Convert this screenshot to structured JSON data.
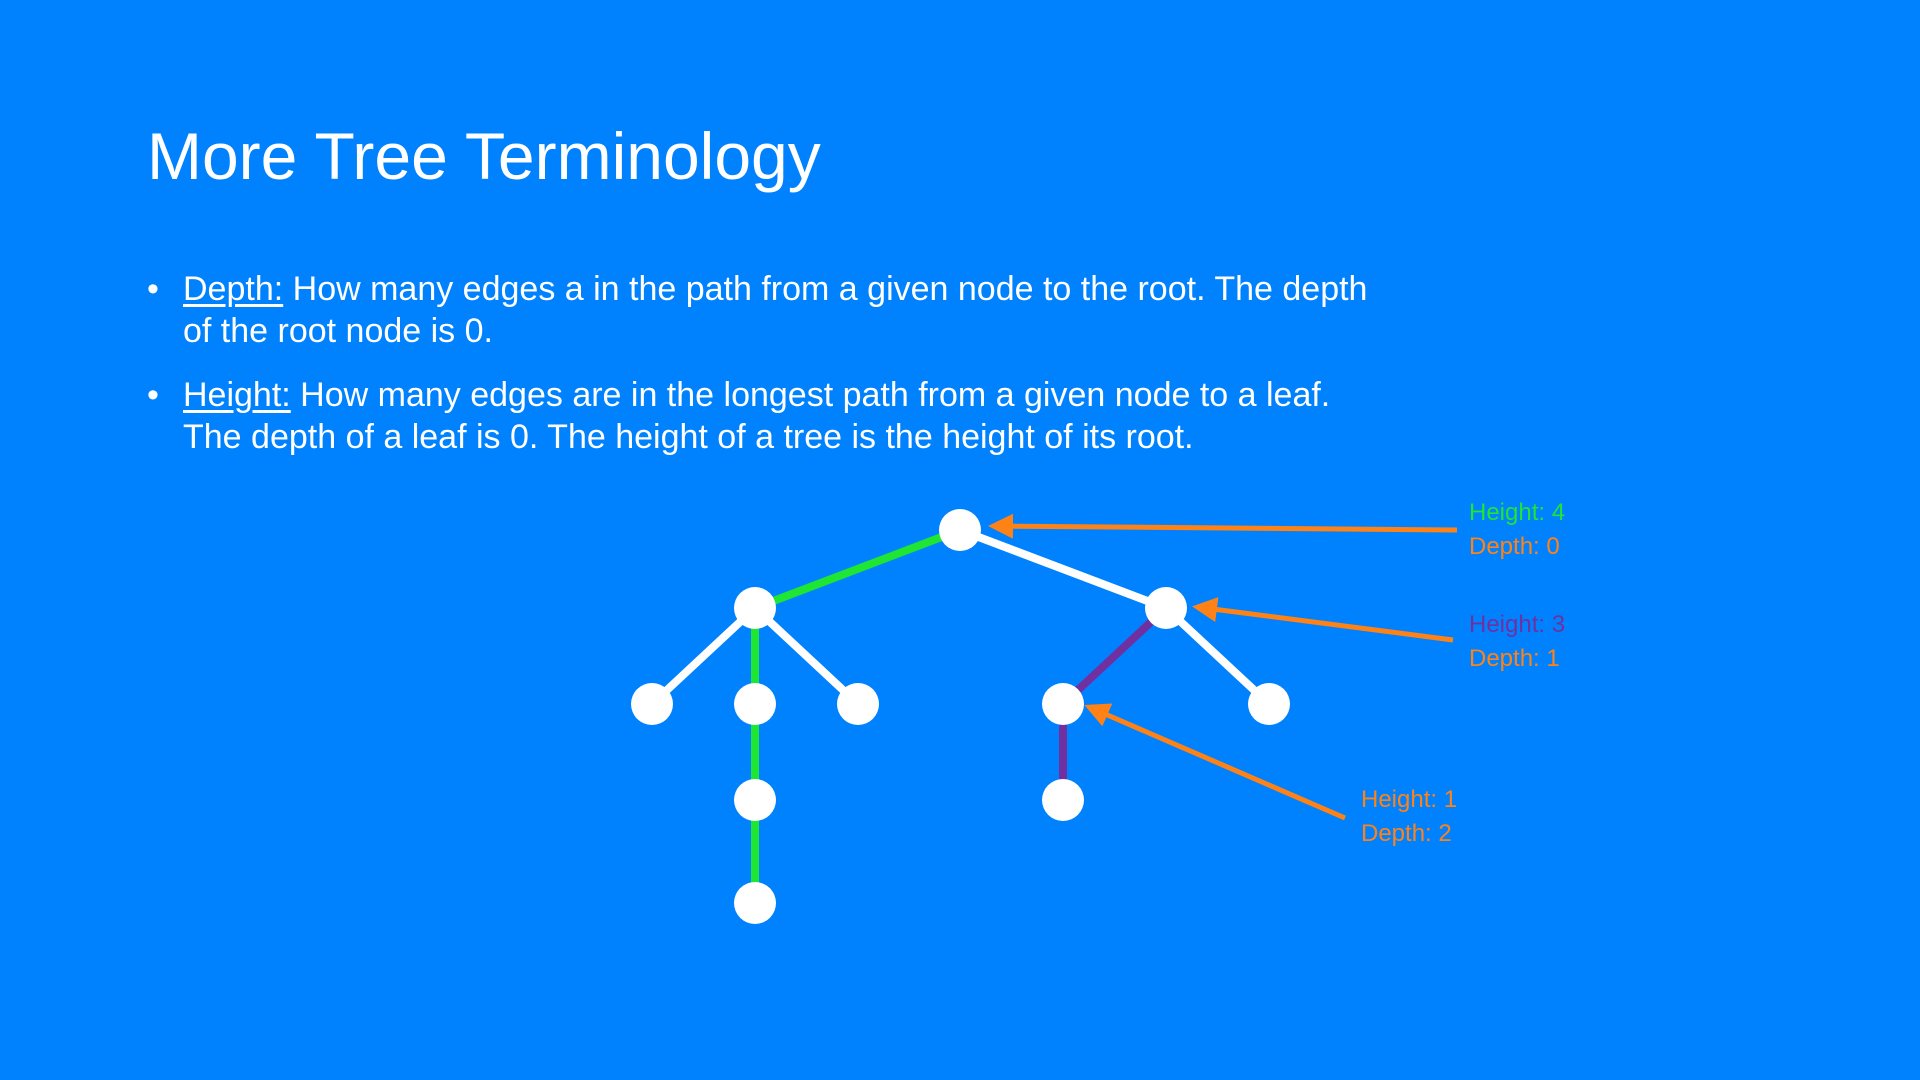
{
  "slide": {
    "title": "More Tree Terminology",
    "bullets": [
      {
        "bullet_char": "•",
        "term": "Depth:",
        "text": " How many edges a in the path from a given node to the root. The depth of the root node is 0."
      },
      {
        "bullet_char": "•",
        "term": "Height:",
        "text": " How many edges are in the longest path from a given node to a leaf. The depth of a leaf is 0. The height of a tree is the height of its root."
      }
    ]
  },
  "annotations": {
    "root": {
      "height": "Height: 4",
      "depth": "Depth: 0"
    },
    "right_child": {
      "height": "Height: 3",
      "depth": "Depth: 1"
    },
    "grandchild": {
      "height": "Height: 1",
      "depth": "Depth: 2"
    }
  },
  "colors": {
    "background": "#0082FF",
    "node": "#FFFFFF",
    "edge": "#FFFFFF",
    "height_path_green": "#1EE632",
    "height_path_purple": "#7030A0",
    "arrow_orange": "#FF8217",
    "label_green": "#1EE632",
    "label_purple": "#7030A0",
    "label_orange": "#FF8217"
  }
}
